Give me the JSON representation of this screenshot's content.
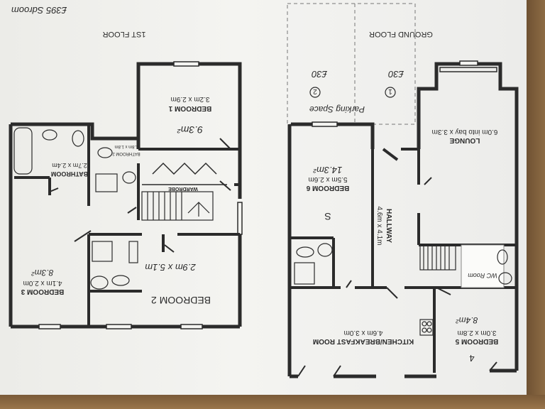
{
  "plan": {
    "first_floor": {
      "heading": "1ST FLOOR",
      "rooms": {
        "bedroom1": {
          "name": "BEDROOM 1",
          "dims": "3.2m x 2.9m",
          "area": "9.3m²"
        },
        "bathroom1": {
          "name": "BATHROOM",
          "dims": "2.7m x 2.4m"
        },
        "bathroom2": {
          "name": "BATHROOM 2",
          "dims": "1.8m x 1.8m"
        },
        "wardrobe": {
          "name": "WARDROBE"
        },
        "bedroom3": {
          "name": "BEDROOM 3",
          "dims": "4.1m x 2.0m",
          "area": "8.3m²"
        },
        "bedroom2": {
          "name": "BEDROOM 2",
          "dims": "2.9m x 5.1m"
        }
      }
    },
    "ground_floor": {
      "heading": "GROUND FLOOR",
      "rooms": {
        "lounge": {
          "name": "LOUNGE",
          "dims": "6.0m into bay x 3.3m"
        },
        "bedroom_g": {
          "name": "BEDROOM 6",
          "dims": "5.5m x 2.6m",
          "area": "14.3m²",
          "note": "S"
        },
        "hallway": {
          "name": "HALLWAY",
          "dims": "4.6m x 4.1m"
        },
        "kitchen": {
          "name": "KITCHEN/BREAKFAST ROOM",
          "dims": "4.6m x 3.0m"
        },
        "bedroom5": {
          "name": "BEDROOM 5",
          "dims": "3.0m x 2.8m",
          "area": "8.4m²",
          "note": "4"
        }
      },
      "wc_note": "WC Room"
    },
    "handwriting": {
      "top_left": "£395 Sdroom",
      "parking": "Parking Space",
      "price1": "£30",
      "price2": "£30",
      "circle1": "1",
      "circle2": "2"
    }
  }
}
